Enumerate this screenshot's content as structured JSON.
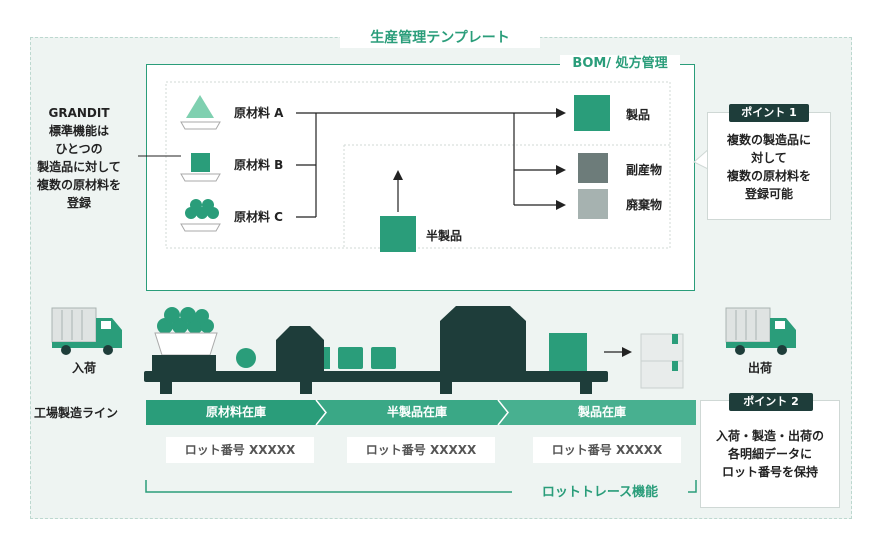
{
  "title": "生産管理テンプレート",
  "bom": {
    "title": "BOM/ 処方管理",
    "materials": [
      "原材料 A",
      "原材料 B",
      "原材料 C"
    ],
    "intermediate": "半製品",
    "outputs": [
      "製品",
      "副産物",
      "廃棄物"
    ]
  },
  "left_note": [
    "GRANDIT",
    "標準機能は",
    "ひとつの",
    "製造品に対して",
    "複数の原材料を",
    "登録"
  ],
  "point1": {
    "label": "ポイント 1",
    "text": [
      "複数の製造品に",
      "対して",
      "複数の原材料を",
      "登録可能"
    ]
  },
  "line": {
    "inbound": "入荷",
    "outbound": "出荷",
    "factory_label": "工場製造ライン",
    "stages": [
      "原材料在庫",
      "半製品在庫",
      "製品在庫"
    ],
    "lots": [
      "ロット番号 XXXXX",
      "ロット番号 XXXXX",
      "ロット番号 XXXXX"
    ]
  },
  "point2": {
    "label": "ポイント 2",
    "text": [
      "入荷・製造・出荷の",
      "各明細データに",
      "ロット番号を保持"
    ]
  },
  "trace_title": "ロットトレース機能",
  "colors": {
    "accent": "#2a9d7a",
    "dark": "#1e3d3a",
    "light_green": "#7fd0b0",
    "gray_dark": "#6d7c7a",
    "gray_light": "#a6b2b0",
    "background": "#eef4f2"
  }
}
